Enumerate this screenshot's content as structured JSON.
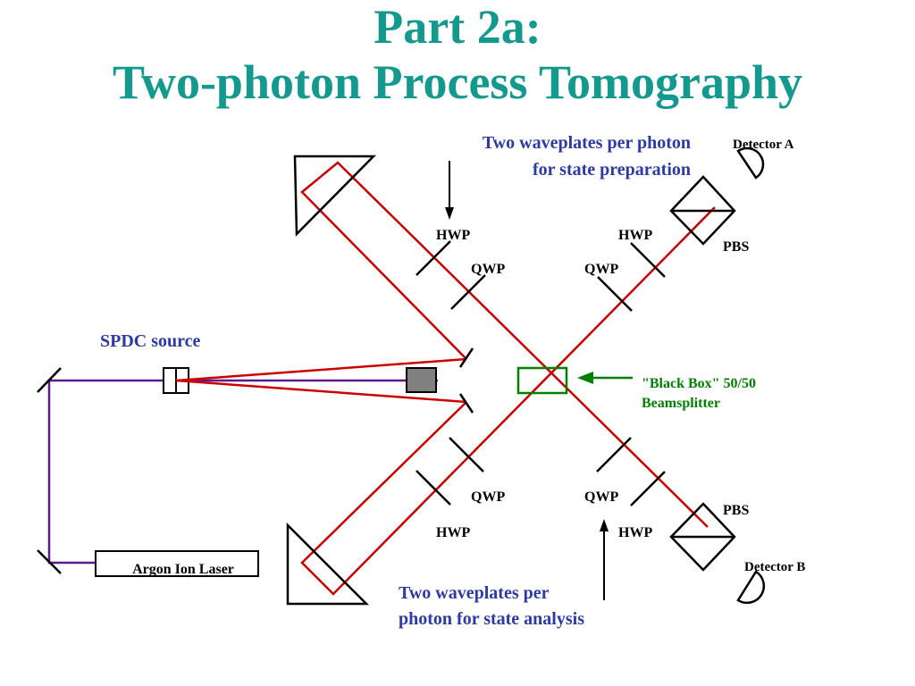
{
  "title": {
    "line1": "Part 2a:",
    "line2": "Two-photon Process Tomography"
  },
  "labels": {
    "prep_note_line1": "Two waveplates per photon",
    "prep_note_line2": "for state preparation",
    "analysis_note_line1": "Two waveplates per",
    "analysis_note_line2": "photon for state analysis",
    "spdc_source": "SPDC source",
    "black_box_line1": "\"Black Box\" 50/50",
    "black_box_line2": "Beamsplitter",
    "laser": "Argon Ion Laser",
    "detector_a": "Detector A",
    "detector_b": "Detector B",
    "pbs_top": "PBS",
    "pbs_bottom": "PBS",
    "hwp_top_left": "HWP",
    "qwp_top_left": "QWP",
    "hwp_top_right": "HWP",
    "qwp_top_right": "QWP",
    "qwp_bottom_left": "QWP",
    "hwp_bottom_left": "HWP",
    "qwp_bottom_right": "QWP",
    "hwp_bottom_right": "HWP"
  },
  "colors": {
    "title": "#13998e",
    "beam": "#cc0000",
    "pump": "#5a1a8a",
    "blue_text": "#2b3aa6",
    "green": "#008000",
    "block": "#808080"
  }
}
